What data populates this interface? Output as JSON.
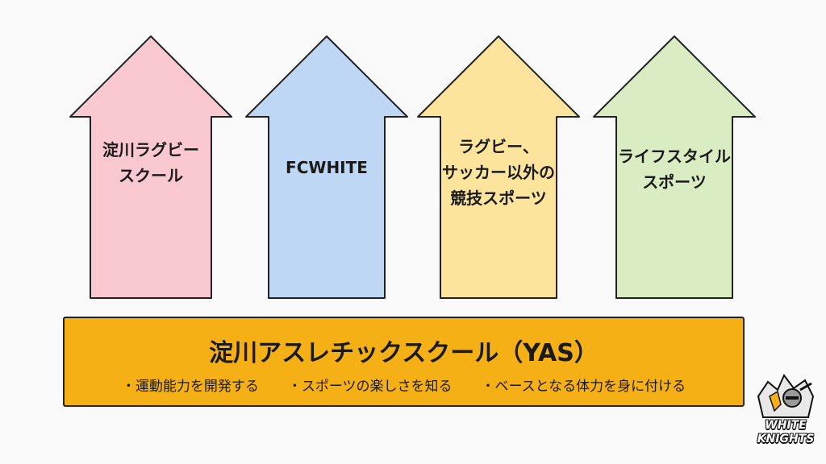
{
  "arrows": [
    {
      "lines": [
        "淀川ラグビー",
        "スクール"
      ],
      "fill": "#f9c8d0"
    },
    {
      "lines": [
        "FCWHITE"
      ],
      "fill": "#bdd7f5"
    },
    {
      "lines": [
        "ラグビー、",
        "サッカー以外の",
        "競技スポーツ"
      ],
      "fill": "#fde49c"
    },
    {
      "lines": [
        "ライフスタイル",
        "スポーツ"
      ],
      "fill": "#d9ecc2"
    }
  ],
  "base": {
    "title": "淀川アスレチックスクール（YAS）",
    "points": [
      "運動能力を開発する",
      "スポーツの楽しさを知る",
      "ベースとなる体力を身に付ける"
    ],
    "fill": "#f4b014"
  },
  "logo": {
    "lines": [
      "WHITE",
      "KNIGHTS"
    ]
  }
}
